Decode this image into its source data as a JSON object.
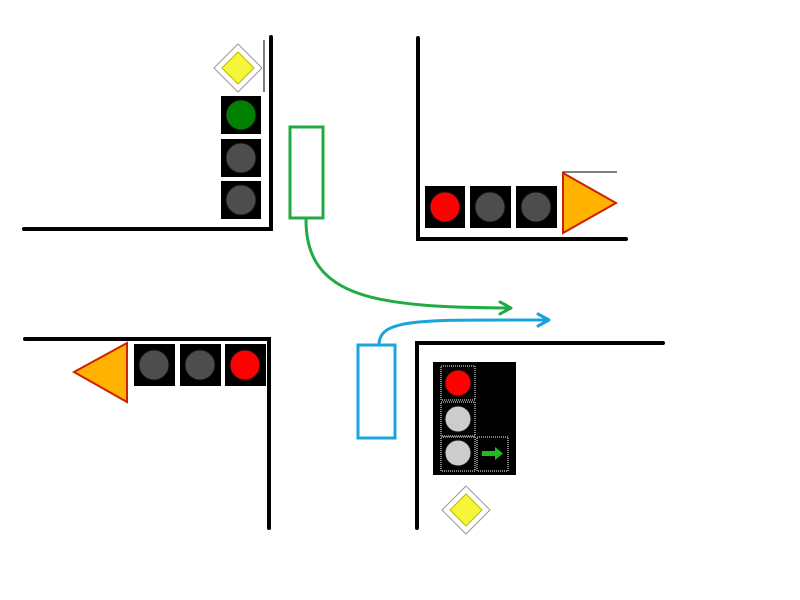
{
  "colors": {
    "background": "#ffffff",
    "curb": "#000000",
    "signal_housing": "#000000",
    "lamp_off": "#4d4d4d",
    "lamp_off_light": "#cccccc",
    "lamp_red": "#ff0000",
    "lamp_green": "#008000",
    "arrow_green": "#22bb22",
    "priority_sign_fill": "#f5f53a",
    "give_way_fill": "#ffb300",
    "give_way_border": "#cc2200",
    "green_vehicle": "#22aa44",
    "blue_vehicle": "#1aa3dd"
  },
  "signals": {
    "north_west": {
      "orientation": "vertical",
      "lamps": [
        "green",
        "off",
        "off"
      ]
    },
    "north_east": {
      "orientation": "horizontal",
      "lamps": [
        "red",
        "off",
        "off"
      ]
    },
    "south_west": {
      "orientation": "horizontal",
      "lamps": [
        "off",
        "off",
        "red"
      ]
    },
    "south_east": {
      "orientation": "vertical",
      "lamps": [
        "red",
        "off",
        "off"
      ],
      "filter_arrow": "green-right-arrow"
    }
  },
  "signs": [
    {
      "type": "priority-road-sign",
      "corner": "north-west"
    },
    {
      "type": "priority-road-sign",
      "corner": "south-east"
    },
    {
      "type": "give-way-sign",
      "corner": "north-east",
      "pointing": "right"
    },
    {
      "type": "give-way-sign",
      "corner": "south-west",
      "pointing": "left"
    }
  ],
  "vehicles": [
    {
      "name": "green-vehicle",
      "color": "green",
      "approach": "from-north",
      "maneuver": "turn-left-to-east"
    },
    {
      "name": "blue-vehicle",
      "color": "blue",
      "approach": "from-south",
      "maneuver": "turn-right-to-east"
    }
  ]
}
